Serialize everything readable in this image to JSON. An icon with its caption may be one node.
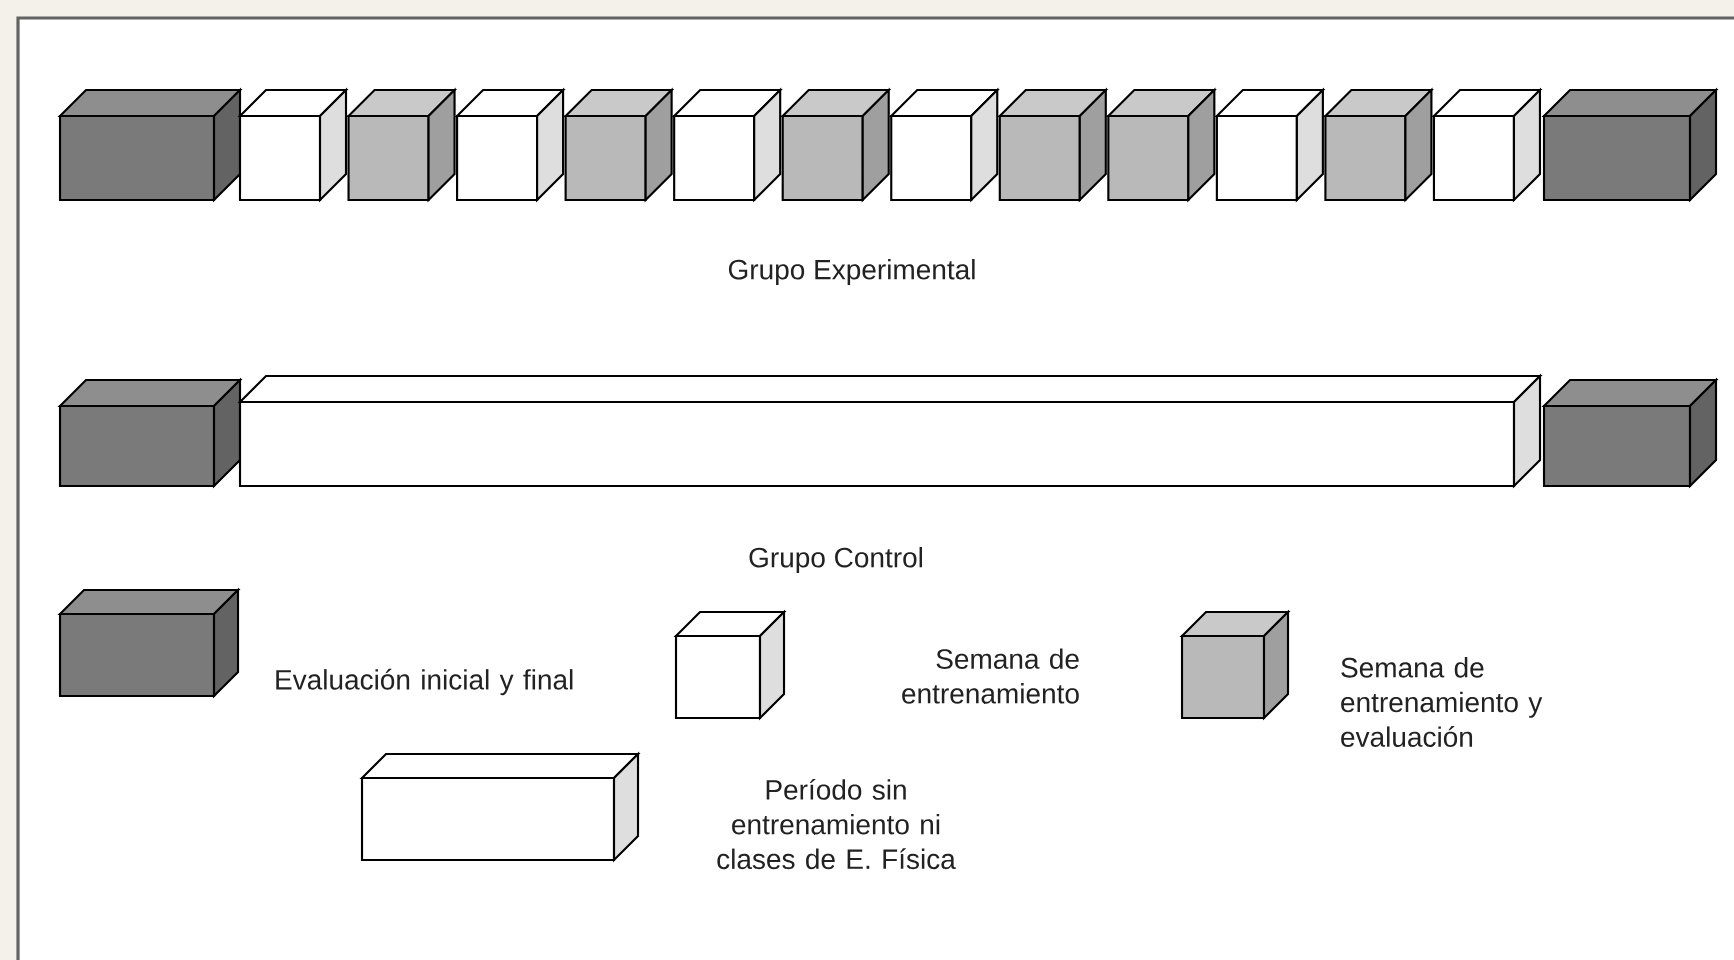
{
  "diagram": {
    "labels": [
      "Grupo Experimental",
      "Grupo Control"
    ],
    "legend": [
      {
        "text": "Evaluación inicial y final"
      },
      {
        "text": "Semana de entrenamiento"
      },
      {
        "text": "Semana de entrenamiento y evaluación"
      },
      {
        "text": "Período sin entrenamiento ni clases de E. Física"
      }
    ]
  }
}
